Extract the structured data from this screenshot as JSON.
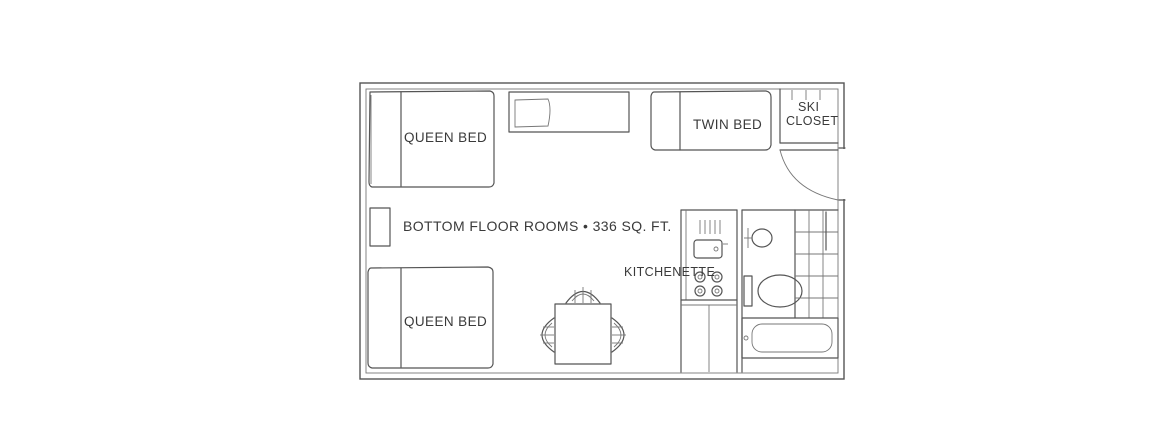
{
  "plan": {
    "title": "BOTTOM  FLOOR ROOMS • 336 SQ. FT.",
    "rooms": {
      "queen_bed_top": "QUEEN BED",
      "queen_bed_bottom": "QUEEN BED",
      "twin_bed": "TWIN BED",
      "ski_closet_line1": "SKI",
      "ski_closet_line2": "CLOSET",
      "kitchenette": "KITCHENETTE"
    }
  }
}
